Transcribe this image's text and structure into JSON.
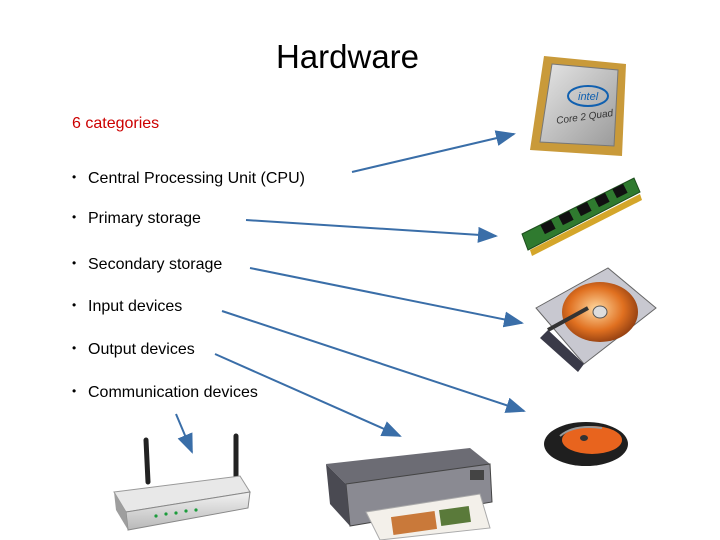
{
  "slide": {
    "title": "Hardware",
    "subtitle": "6 categories",
    "bullets": [
      "Central Processing Unit (CPU)",
      "Primary storage",
      "Secondary storage",
      "Input devices",
      "Output devices",
      "Communication devices"
    ],
    "cpu_image": {
      "brand": "intel",
      "line1": "Core 2 Quad"
    }
  },
  "colors": {
    "accent": "#cc0000",
    "arrow": "#3a6ea8"
  },
  "icons": [
    "cpu-chip-icon",
    "ram-module-icon",
    "hard-drive-icon",
    "mouse-icon",
    "printer-icon",
    "router-icon"
  ]
}
